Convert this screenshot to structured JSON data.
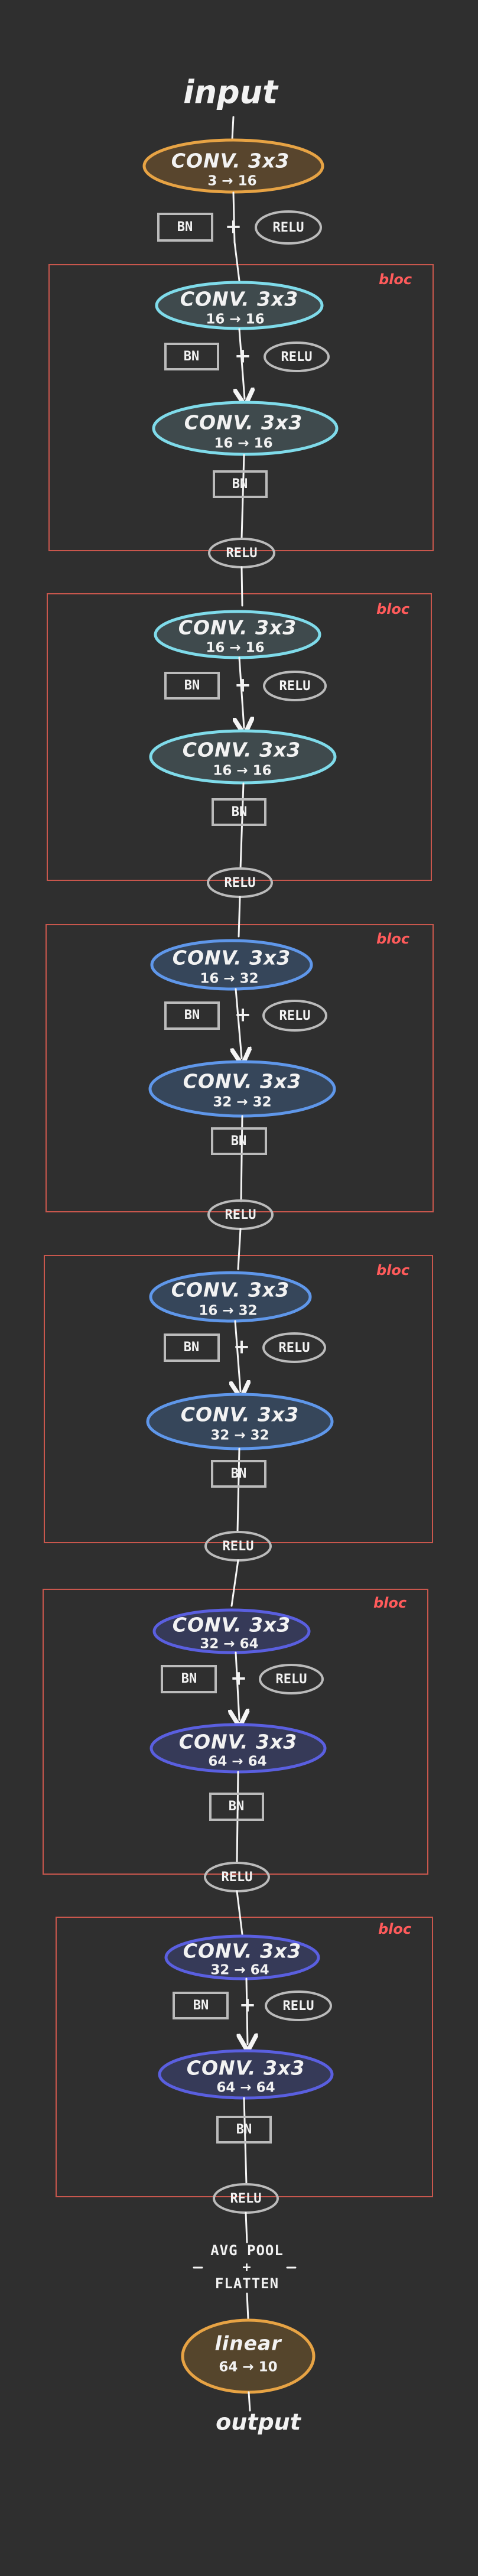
{
  "labels": {
    "input": "input",
    "output": "output",
    "bn": "BN",
    "relu": "RELU",
    "bloc": "bloc",
    "plus": "+",
    "pool_line1": "AVG POOL",
    "pool_line2": "+",
    "pool_line3": "FLATTEN"
  },
  "colors": {
    "background": "#2f2f2f",
    "conv_orange": "#e7a344",
    "conv_cyan": "#7fdbea",
    "conv_blue": "#5f97ea",
    "conv_indigo": "#5a5fe0",
    "linear_orange": "#e7a344",
    "frame_red": "#c9574d",
    "bloc_red": "#ff5b5b",
    "box_gray": "#bbbbbb",
    "line_white": "#f5f5f5"
  },
  "nodes": {
    "stem": {
      "conv_title": "CONV. 3x3",
      "shape": "3 → 16"
    },
    "blocks": [
      {
        "first_conv_title": "CONV. 3x3",
        "first_shape": "16 → 16",
        "second_conv_title": "CONV. 3x3",
        "second_shape": "16 → 16"
      },
      {
        "first_conv_title": "CONV. 3x3",
        "first_shape": "16 → 16",
        "second_conv_title": "CONV. 3x3",
        "second_shape": "16 → 16"
      },
      {
        "first_conv_title": "CONV. 3x3",
        "first_shape": "16 → 32",
        "second_conv_title": "CONV. 3x3",
        "second_shape": "32 → 32"
      },
      {
        "first_conv_title": "CONV. 3x3",
        "first_shape": "16 → 32",
        "second_conv_title": "CONV. 3x3",
        "second_shape": "32 → 32"
      },
      {
        "first_conv_title": "CONV. 3x3",
        "first_shape": "32 → 64",
        "second_conv_title": "CONV. 3x3",
        "second_shape": "64 → 64"
      },
      {
        "first_conv_title": "CONV. 3x3",
        "first_shape": "32 → 64",
        "second_conv_title": "CONV. 3x3",
        "second_shape": "64 → 64"
      }
    ],
    "final": {
      "linear_title": "linear",
      "linear_shape": "64 → 10"
    }
  }
}
